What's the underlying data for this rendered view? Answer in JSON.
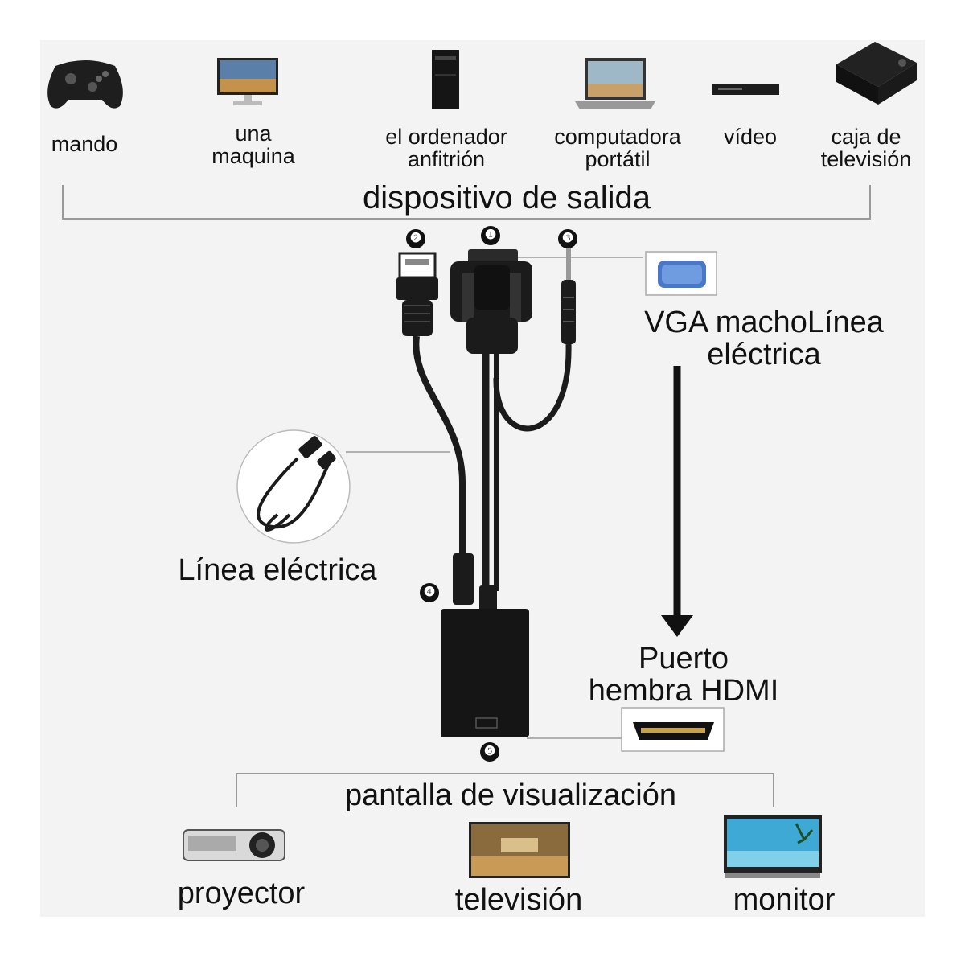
{
  "output_devices": {
    "title": "dispositivo de salida",
    "items": [
      {
        "label_line1": "mando",
        "label_line2": "",
        "icon": "gamepad-icon"
      },
      {
        "label_line1": "una",
        "label_line2": "maquina",
        "icon": "desktop-monitor-icon"
      },
      {
        "label_line1": "el ordenador",
        "label_line2": "anfitrión",
        "icon": "pc-tower-icon"
      },
      {
        "label_line1": "computadora",
        "label_line2": "portátil",
        "icon": "laptop-icon"
      },
      {
        "label_line1": "vídeo",
        "label_line2": "",
        "icon": "dvd-player-icon"
      },
      {
        "label_line1": "caja de",
        "label_line2": "televisión",
        "icon": "tv-box-icon"
      }
    ]
  },
  "connectors": {
    "n1": "❶",
    "n2": "❷",
    "n3": "❸",
    "n4": "❹",
    "n5": "❺"
  },
  "callouts": {
    "vga_line1": "VGA machoLínea",
    "vga_line2": "eléctrica",
    "power": "Línea eléctrica",
    "hdmi_line1": "Puerto",
    "hdmi_line2": "hembra HDMI"
  },
  "display_devices": {
    "title": "pantalla de visualización",
    "items": [
      {
        "label": "proyector",
        "icon": "projector-icon"
      },
      {
        "label": "televisión",
        "icon": "television-icon"
      },
      {
        "label": "monitor",
        "icon": "monitor-icon"
      }
    ]
  }
}
